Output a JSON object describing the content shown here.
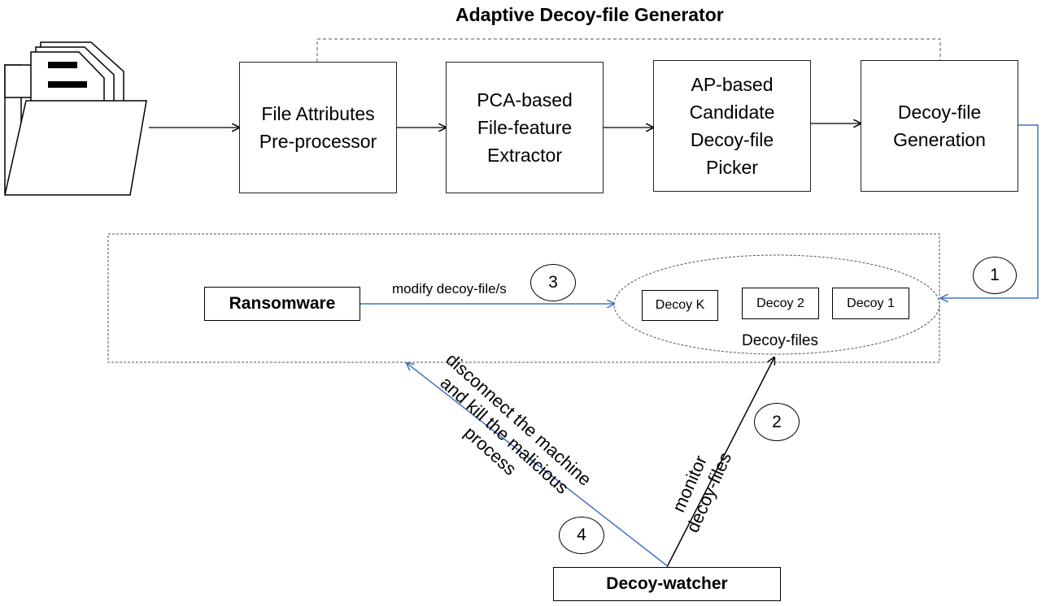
{
  "title": "Adaptive Decoy-file Generator",
  "stages": [
    "File Attributes\nPre-processor",
    "PCA-based\nFile-feature\nExtractor",
    "AP-based\nCandidate\nDecoy-file\nPicker",
    "Decoy-file\nGeneration"
  ],
  "ransomware_label": "Ransomware",
  "modify_label": "modify decoy-file/s",
  "decoys": [
    "Decoy K",
    "Decoy 2",
    "Decoy 1"
  ],
  "decoy_files_label": "Decoy-files",
  "watcher_label": "Decoy-watcher",
  "step_numbers": [
    "1",
    "2",
    "3",
    "4"
  ],
  "step2_label": "monitor\ndecoy-files",
  "step4_label": "disconnect the machine\nand kill the malicious\nprocess",
  "colors": {
    "blue_arrow": "#4472c4",
    "black_arrow": "#000000",
    "dashed": "#555555"
  },
  "icons": {
    "source": "folder-with-documents-icon"
  }
}
